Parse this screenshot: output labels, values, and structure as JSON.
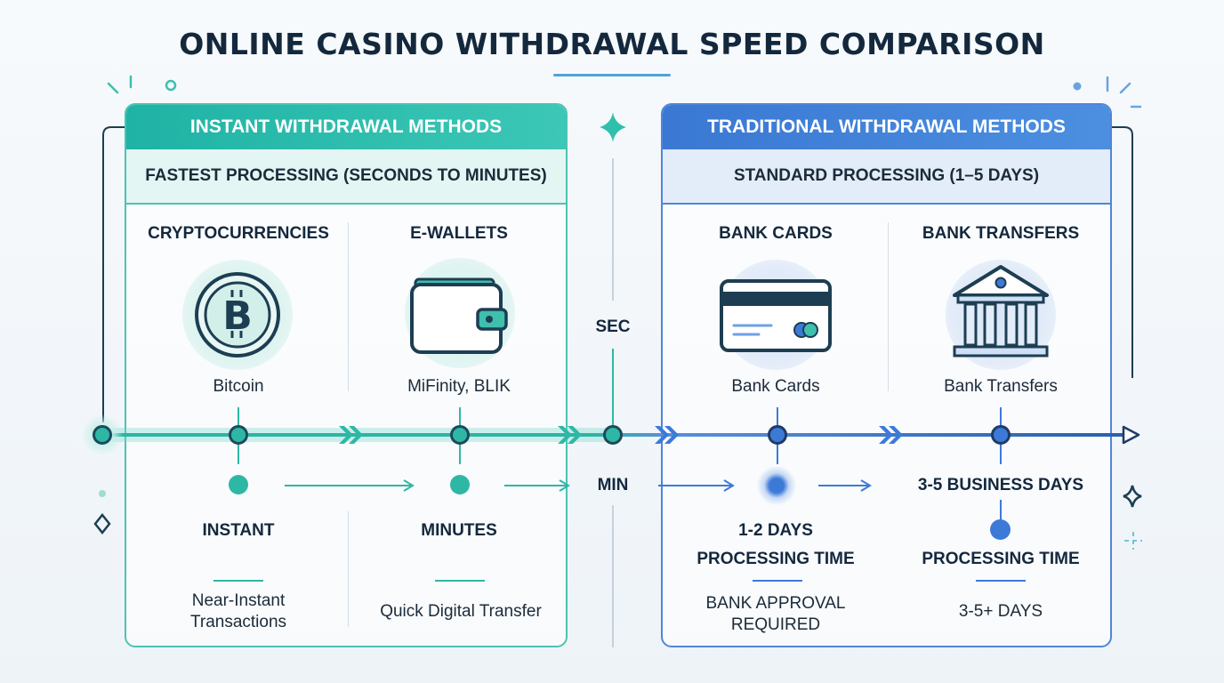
{
  "title": "ONLINE CASINO WITHDRAWAL SPEED COMPARISON",
  "colors": {
    "teal": "#2fb7a6",
    "blue": "#3d7ad8",
    "navy": "#14283d"
  },
  "left_panel": {
    "header": "INSTANT WITHDRAWAL METHODS",
    "subheader": "FASTEST PROCESSING (SECONDS TO MINUTES)",
    "columns": [
      {
        "title": "CRYPTOCURRENCIES",
        "icon": "bitcoin-icon",
        "name": "Bitcoin",
        "speed": "INSTANT",
        "desc_line1": "Near-Instant",
        "desc_line2": "Transactions"
      },
      {
        "title": "E-WALLETS",
        "icon": "wallet-icon",
        "name": "MiFinity, BLIK",
        "speed": "MINUTES",
        "desc_line1": "Quick Digital Transfer"
      }
    ]
  },
  "right_panel": {
    "header": "TRADITIONAL WITHDRAWAL METHODS",
    "subheader": "STANDARD PROCESSING (1–5 DAYS)",
    "columns": [
      {
        "title": "BANK CARDS",
        "icon": "credit-card-icon",
        "name": "Bank Cards",
        "speed_line1": "1-2 DAYS",
        "speed_line2": "PROCESSING TIME",
        "desc_line1": "BANK APPROVAL",
        "desc_line2": "REQUIRED"
      },
      {
        "title": "BANK TRANSFERS",
        "icon": "bank-building-icon",
        "name": "Bank Transfers",
        "speed_top": "3-5 BUSINESS DAYS",
        "speed_line2": "PROCESSING TIME",
        "desc_line1": "3-5+ DAYS"
      }
    ]
  },
  "center": {
    "sec_label": "SEC",
    "min_label": "MIN"
  }
}
